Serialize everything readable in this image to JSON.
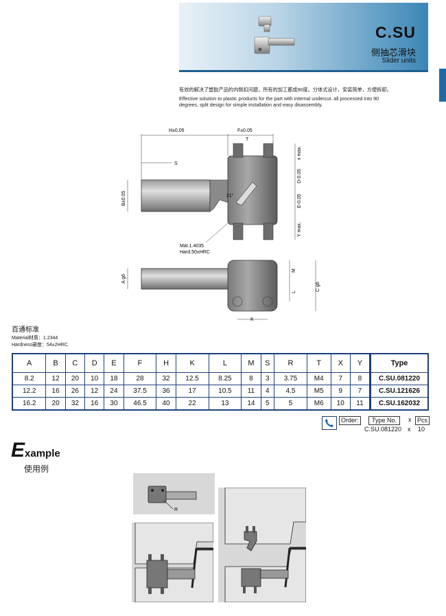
{
  "header": {
    "title": "C.SU",
    "subtitle_cn": "侧抽芯滑块",
    "subtitle_en": "Slider units"
  },
  "description": {
    "cn": "有效的解决了塑胶产品的内侧扣问题，所有的加工都成90度。分体式设计，安装简单，方便拆卸。",
    "en_1": "Effective solution to plastic products for the part  with internal undercut. all processed into 90",
    "en_2": "degrees, split design for simple installation and easy disassembly."
  },
  "drawing": {
    "h_label": "H±0.05",
    "f_label": "F±0.05",
    "t_label": "T",
    "s_label": "S",
    "x_label": "x max.",
    "d_label": "D-0.05",
    "e_label": "E-0.05",
    "y_label": "Y max.",
    "b_label": "B±0.05",
    "angle_label": "21°",
    "mat_label": "Mat.1.4035",
    "hard_label": "Hard.50±HRC",
    "a_label": "A g6",
    "m_label": "M",
    "l_label": "L",
    "c_label": "C g6",
    "k_label": "K"
  },
  "standard": {
    "title": "百通标准",
    "material": "Material材质：1.2344",
    "hardness": "Hardness硬度：54±2HRC."
  },
  "table": {
    "headers": [
      "A",
      "B",
      "C",
      "D",
      "E",
      "F",
      "H",
      "K",
      "L",
      "M",
      "S",
      "R",
      "T",
      "X",
      "Y",
      "Type"
    ],
    "rows": [
      [
        "8.2",
        "12",
        "20",
        "10",
        "18",
        "28",
        "32",
        "12.5",
        "8.25",
        "8",
        "3",
        "3.75",
        "M4",
        "7",
        "8",
        "C.SU.081220"
      ],
      [
        "12.2",
        "16",
        "26",
        "12",
        "24",
        "37.5",
        "36",
        "17",
        "10.5",
        "11",
        "4",
        "4.5",
        "M5",
        "9",
        "7",
        "C.SU.121626"
      ],
      [
        "16.2",
        "20",
        "32",
        "16",
        "30",
        "46.5",
        "40",
        "22",
        "13",
        "14",
        "5",
        "5",
        "M6",
        "10",
        "11",
        "C.SU.162032"
      ]
    ]
  },
  "order": {
    "order_label": "Order:",
    "type_label": "Type No.",
    "x1": "x",
    "pcs_label": "Pcs",
    "example_code": "C.SU.081220",
    "x2": "x",
    "example_qty": "10"
  },
  "example": {
    "initial": "E",
    "rest": "xample",
    "cn": "使用例",
    "r_label": "R"
  },
  "colors": {
    "accent": "#1f6aa5",
    "table_border": "#1c3f7a"
  }
}
